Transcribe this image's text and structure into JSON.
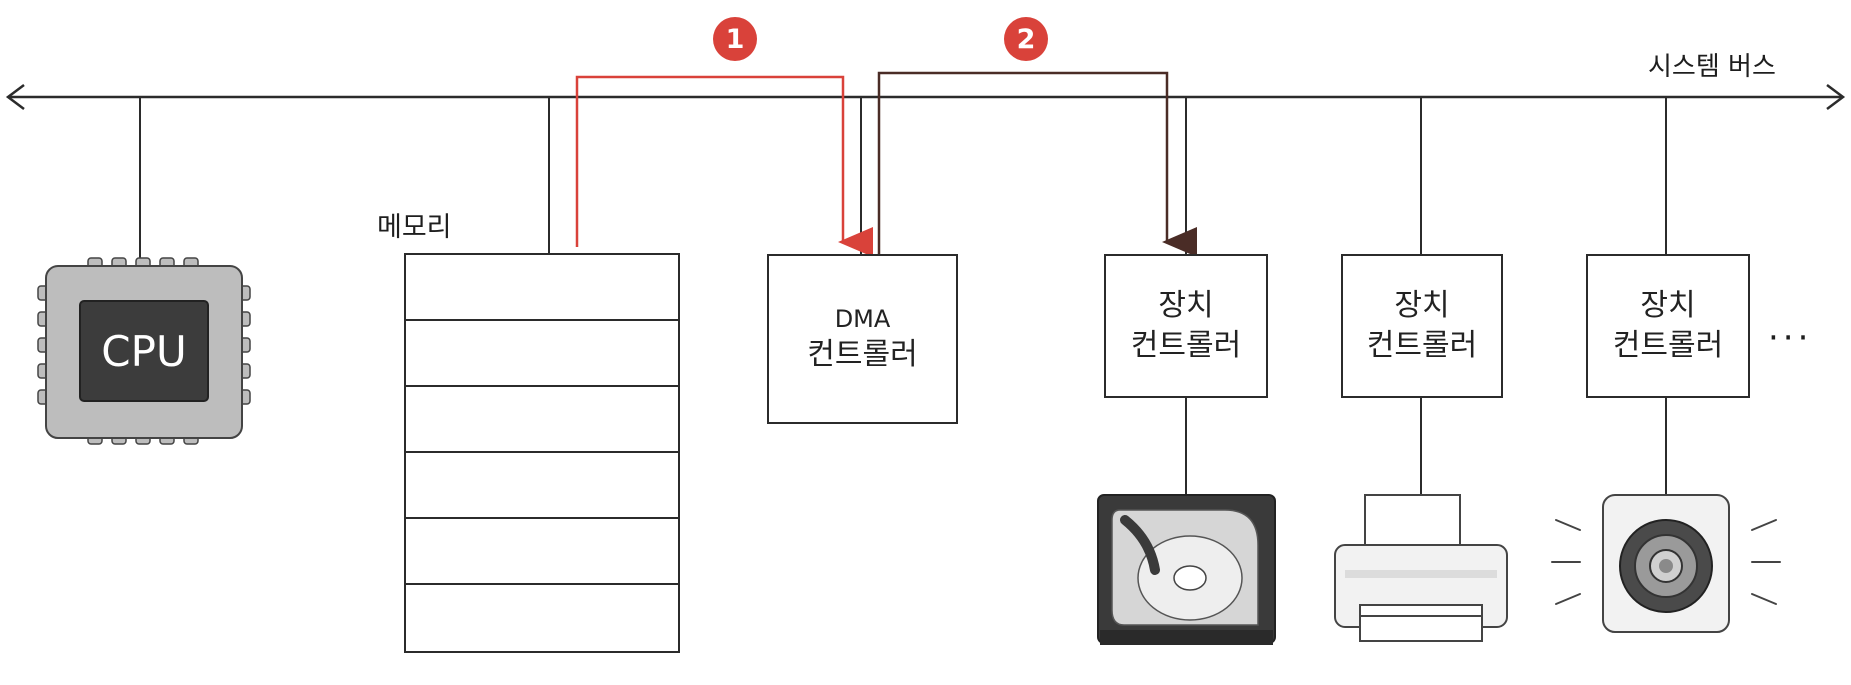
{
  "bus": {
    "label": "시스템 버스"
  },
  "steps": [
    {
      "number": "1"
    },
    {
      "number": "2"
    }
  ],
  "cpu": {
    "label": "CPU"
  },
  "memory": {
    "label": "메모리"
  },
  "dma_controller": {
    "line1": "DMA",
    "line2": "컨트롤러"
  },
  "device_controllers": [
    {
      "line1": "장치",
      "line2": "컨트롤러",
      "device": "hard-disk"
    },
    {
      "line1": "장치",
      "line2": "컨트롤러",
      "device": "printer"
    },
    {
      "line1": "장치",
      "line2": "컨트롤러",
      "device": "speaker"
    }
  ],
  "more": {
    "label": "···"
  },
  "colors": {
    "step1": "#d9423a",
    "step2": "#4a2c26",
    "line": "#2b2b2b",
    "chip": "#3c3c3c"
  }
}
